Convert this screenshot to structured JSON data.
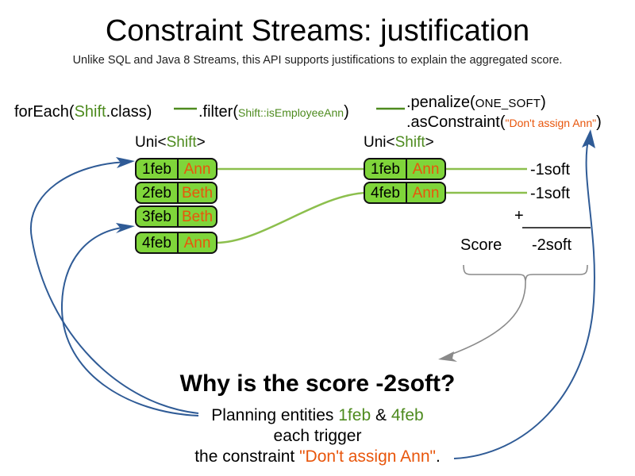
{
  "title": "Constraint Streams: justification",
  "subtitle": "Unlike SQL and Java 8 Streams, this API supports justifications to explain the aggregated score.",
  "pipeline": {
    "foreach": {
      "prefix": "forEach(",
      "type": "Shift",
      "suffix": ".class)"
    },
    "filter": {
      "prefix": ".filter(",
      "arg": "Shift::isEmployeeAnn",
      "suffix": ")"
    },
    "penalize": {
      "prefix": ".penalize(",
      "arg": "ONE_SOFT",
      "suffix": ")"
    },
    "asconstraint": {
      "prefix": ".asConstraint(",
      "arg": "\"Don't assign Ann\"",
      "suffix": ")"
    }
  },
  "streams": {
    "left": {
      "label_prefix": "Uni<",
      "label_type": "Shift",
      "label_suffix": ">",
      "rows": [
        {
          "date": "1feb",
          "employee": "Ann"
        },
        {
          "date": "2feb",
          "employee": "Beth"
        },
        {
          "date": "3feb",
          "employee": "Beth"
        },
        {
          "date": "4feb",
          "employee": "Ann"
        }
      ]
    },
    "right": {
      "label_prefix": "Uni<",
      "label_type": "Shift",
      "label_suffix": ">",
      "rows": [
        {
          "date": "1feb",
          "employee": "Ann",
          "score": "-1soft"
        },
        {
          "date": "4feb",
          "employee": "Ann",
          "score": "-1soft"
        }
      ]
    }
  },
  "score": {
    "operator": "+",
    "label": "Score",
    "total": "-2soft"
  },
  "explanation": {
    "heading": "Why is the score -2soft?",
    "line1_prefix": "Planning entities ",
    "line1_entity_a": "1feb",
    "line1_amp": " & ",
    "line1_entity_b": "4feb",
    "line2": "each trigger",
    "line3_prefix": "the constraint ",
    "line3_constraint": "\"Don't assign Ann\"",
    "line3_suffix": "."
  },
  "colors": {
    "pill_fill": "#7fd53a",
    "pill_border": "#111111",
    "employee_text": "#e8560c",
    "type_green": "#4e8b1f",
    "connector_green": "#7aa83c",
    "arrow_blue": "#2f5b96",
    "brace_gray": "#8a8a8a"
  },
  "icons": {
    "connector": "connector-line",
    "arrow": "arrow-head",
    "brace": "curly-brace"
  }
}
